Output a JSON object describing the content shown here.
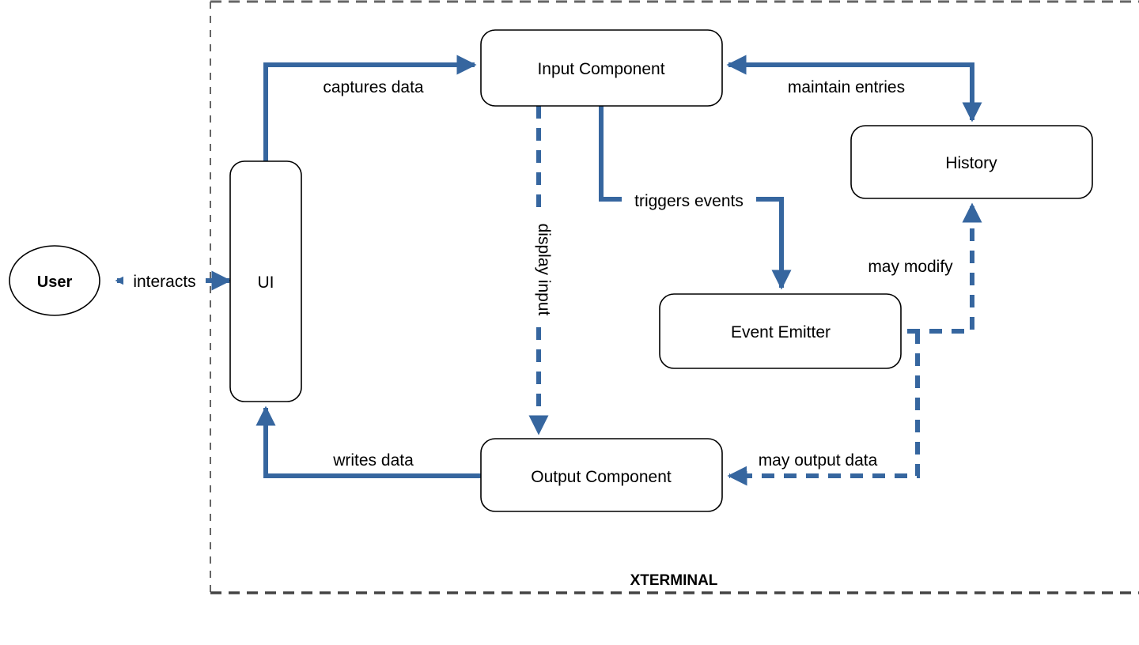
{
  "diagram": {
    "title": "XTERMINAL",
    "boundary_label": "XTERMINAL",
    "accent_color": "#36669f",
    "node_stroke_color": "#000000",
    "boundary_color": "#666666",
    "text_color": "#000000"
  },
  "nodes": [
    {
      "id": "user",
      "label": "User",
      "shape": "ellipse",
      "bold": true
    },
    {
      "id": "ui",
      "label": "UI",
      "shape": "rounded-rect"
    },
    {
      "id": "input_component",
      "label": "Input Component",
      "shape": "rounded-rect"
    },
    {
      "id": "history",
      "label": "History",
      "shape": "rounded-rect"
    },
    {
      "id": "event_emitter",
      "label": "Event Emitter",
      "shape": "rounded-rect"
    },
    {
      "id": "output_component",
      "label": "Output Component",
      "shape": "rounded-rect"
    }
  ],
  "edges": [
    {
      "id": "interacts",
      "label": "interacts",
      "from": "user",
      "to": "ui",
      "style": "solid",
      "arrows": "both"
    },
    {
      "id": "captures_data",
      "label": "captures data",
      "from": "ui",
      "to": "input_component",
      "style": "solid",
      "arrows": "to"
    },
    {
      "id": "maintain_entries",
      "label": "maintain entries",
      "from": "history",
      "to": "input_component",
      "style": "solid",
      "arrows": "both"
    },
    {
      "id": "triggers_events",
      "label": "triggers events",
      "from": "input_component",
      "to": "event_emitter",
      "style": "solid",
      "arrows": "to"
    },
    {
      "id": "display_input",
      "label": "display input",
      "from": "input_component",
      "to": "output_component",
      "style": "dashed",
      "arrows": "to",
      "orientation": "vertical"
    },
    {
      "id": "may_modify",
      "label": "may modify",
      "from": "event_emitter",
      "to": "history",
      "style": "dashed",
      "arrows": "to"
    },
    {
      "id": "may_output_data",
      "label": "may output data",
      "from": "event_emitter",
      "to": "output_component",
      "style": "dashed",
      "arrows": "to"
    },
    {
      "id": "writes_data",
      "label": "writes data",
      "from": "output_component",
      "to": "ui",
      "style": "solid",
      "arrows": "to"
    }
  ]
}
